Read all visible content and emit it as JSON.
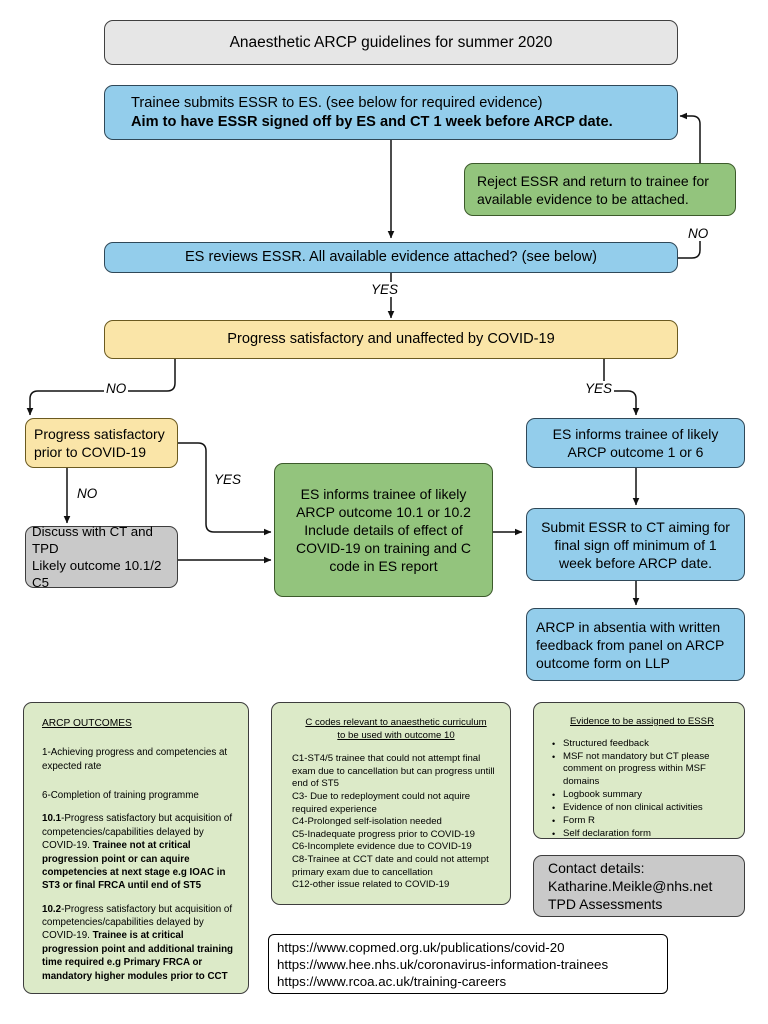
{
  "title_box": {
    "text": "Anaesthetic ARCP guidelines for summer 2020"
  },
  "flow": {
    "submit_essr": {
      "line1": "Trainee submits ESSR to ES. (see below for required evidence)",
      "line2": "Aim to have ESSR signed off by ES and CT 1 week before ARCP date."
    },
    "reject_essr": {
      "line1": "Reject ESSR and return to trainee for",
      "line2": "available evidence to be attached."
    },
    "es_reviews": {
      "text": "ES reviews ESSR. All available evidence attached? (see below)"
    },
    "progress_unaffected": {
      "text": "Progress satisfactory and unaffected by COVID-19"
    },
    "progress_prior": {
      "line1": "Progress satisfactory",
      "line2": "prior to COVID-19"
    },
    "discuss_ct_tpd": {
      "line1": "Discuss with CT and TPD",
      "line2": "Likely outcome 10.1/2 C5"
    },
    "es_informs_10": {
      "line1": "ES informs trainee of likely",
      "line2": "ARCP outcome 10.1 or 10.2",
      "line3": "Include details of effect of",
      "line4": "COVID-19 on training and C",
      "line5": "code in ES report"
    },
    "es_informs_1or6": {
      "line1": "ES informs trainee of likely",
      "line2": "ARCP outcome 1 or 6"
    },
    "submit_to_ct": {
      "line1": "Submit ESSR to CT aiming for",
      "line2": "final sign off minimum of 1",
      "line3": "week before ARCP date."
    },
    "arcp_absentia": {
      "line1": "ARCP in absentia with written",
      "line2": "feedback from panel on ARCP",
      "line3": "outcome form on LLP"
    }
  },
  "edge_labels": {
    "no_reject": "NO",
    "yes_reviews": "YES",
    "no_progress": "NO",
    "yes_progress": "YES",
    "no_prior": "NO",
    "yes_prior": "YES"
  },
  "outcomes_box": {
    "heading": "ARCP OUTCOMES",
    "o1": "1-Achieving progress and competencies at expected rate",
    "o6": "6-Completion of training programme",
    "o101_num": "10.1",
    "o101_normal": "-Progress satisfactory but acquisition of competencies/capabilities delayed by COVID-19. ",
    "o101_bold": "Trainee not at critical progression point or can aquire competencies at next stage e.g IOAC in ST3 or final FRCA until end of ST5",
    "o102_num": "10.2",
    "o102_normal": "-Progress satisfactory but acquisition of competencies/capabilities delayed by COVID-19. ",
    "o102_bold": "Trainee is at critical progression point and additional training time required e.g  Primary FRCA or mandatory higher modules prior to CCT"
  },
  "ccodes_box": {
    "heading_line1": "C codes relevant to anaesthetic curriculum",
    "heading_line2": " to be used  with outcome 10",
    "items": [
      "C1-ST4/5 trainee that could not attempt final exam due to cancellation but can progress untill end of ST5",
      "C3- Due to redeployment could not aquire required experience",
      "C4-Prolonged self-isolation needed",
      "C5-Inadequate progress prior to COVID-19",
      "C6-Incomplete evidence due to COVID-19",
      "C8-Trainee at CCT date and could not attempt primary exam due to cancellation",
      "C12-other issue related to COVID-19"
    ]
  },
  "evidence_box": {
    "heading": "Evidence to be assigned to ESSR",
    "items": [
      "Structured feedback",
      "MSF not mandatory but CT please comment on progress within MSF domains",
      "Logbook summary",
      "Evidence of non clinical activities",
      "Form R",
      "Self declaration form"
    ]
  },
  "contact_box": {
    "line1": "Contact details:",
    "line2": "Katharine.Meikle@nhs.net",
    "line3": "TPD Assessments"
  },
  "links_box": {
    "links": [
      "https://www.copmed.org.uk/publications/covid-20",
      "https://www.hee.nhs.uk/coronavirus-information-trainees",
      "https://www.rcoa.ac.uk/training-careers"
    ]
  },
  "colors": {
    "grey_header": "#e6e6e6",
    "blue": "#93cdeb",
    "green": "#93c47d",
    "yellow": "#fae5a8",
    "light_green": "#dceac8",
    "grey_box": "#c9c9c9",
    "stroke": "#3d3d3d"
  }
}
